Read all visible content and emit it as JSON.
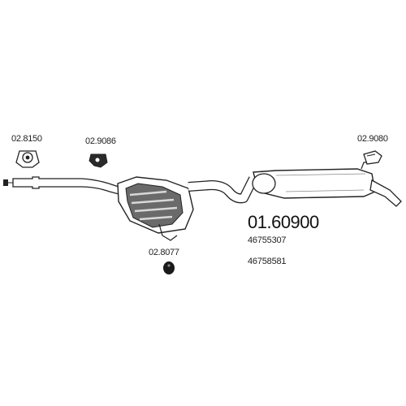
{
  "parts": {
    "p1": "02.8150",
    "p2": "02.9086",
    "p3": "02.9080",
    "p4": "02.8077"
  },
  "catalog": {
    "main_number": "01.60900",
    "oe_numbers": [
      "46755307",
      "46758581"
    ]
  },
  "icons": {
    "clamp": "clamp-icon",
    "hanger": "rubber-hanger-icon",
    "bracket": "bracket-icon",
    "mount": "rubber-mount-icon"
  }
}
